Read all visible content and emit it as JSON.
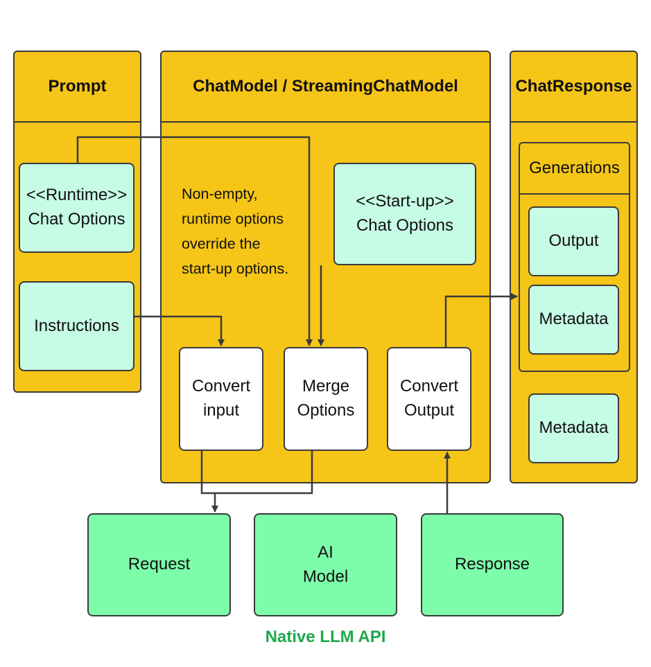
{
  "panels": {
    "prompt": {
      "title": "Prompt"
    },
    "chat_model": {
      "title": "ChatModel / StreamingChatModel"
    },
    "chat_response": {
      "title": "ChatResponse"
    }
  },
  "prompt": {
    "runtime_options": "<<Runtime>>\nChat Options",
    "instructions": "Instructions"
  },
  "chat_model": {
    "note": "Non-empty,\nruntime options\noverride the\nstart-up options.",
    "startup_options": "<<Start-up>>\nChat Options",
    "convert_input": "Convert\ninput",
    "merge_options": "Merge\nOptions",
    "convert_output": "Convert\nOutput"
  },
  "chat_response": {
    "generations": "Generations",
    "output": "Output",
    "generation_metadata": "Metadata",
    "response_metadata": "Metadata"
  },
  "native_api": {
    "request": "Request",
    "ai_model": "AI\nModel",
    "response": "Response",
    "label": "Native LLM API"
  },
  "colors": {
    "panel": "#f5c518",
    "mint": "#c6fbe5",
    "green": "#7dfcaa",
    "footer": "#1ea84a",
    "line": "#3a3a3a"
  }
}
